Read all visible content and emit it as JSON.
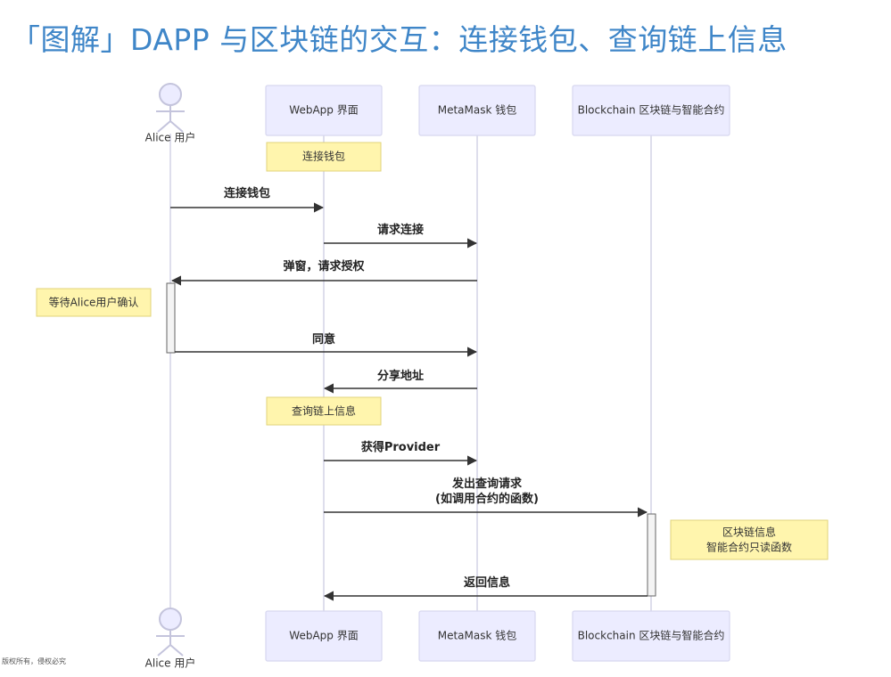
{
  "title": "「图解」DAPP 与区块链的交互：连接钱包、查询链上信息",
  "participants": {
    "alice": "Alice 用户",
    "webapp": "WebApp 界面",
    "metamask": "MetaMask 钱包",
    "blockchain": "Blockchain 区块链与智能合约"
  },
  "notes": {
    "connect": "连接钱包",
    "wait_confirm": "等待Alice用户确认",
    "query": "查询链上信息",
    "chain_info_1": "区块链信息",
    "chain_info_2": "智能合约只读函数"
  },
  "messages": {
    "m1": "连接钱包",
    "m2": "请求连接",
    "m3": "弹窗，请求授权",
    "m4": "同意",
    "m5": "分享地址",
    "m6": "获得Provider",
    "m7a": "发出查询请求",
    "m7b": "(如调用合约的函数)",
    "m8": "返回信息"
  },
  "footer": "版权所有，侵权必究"
}
